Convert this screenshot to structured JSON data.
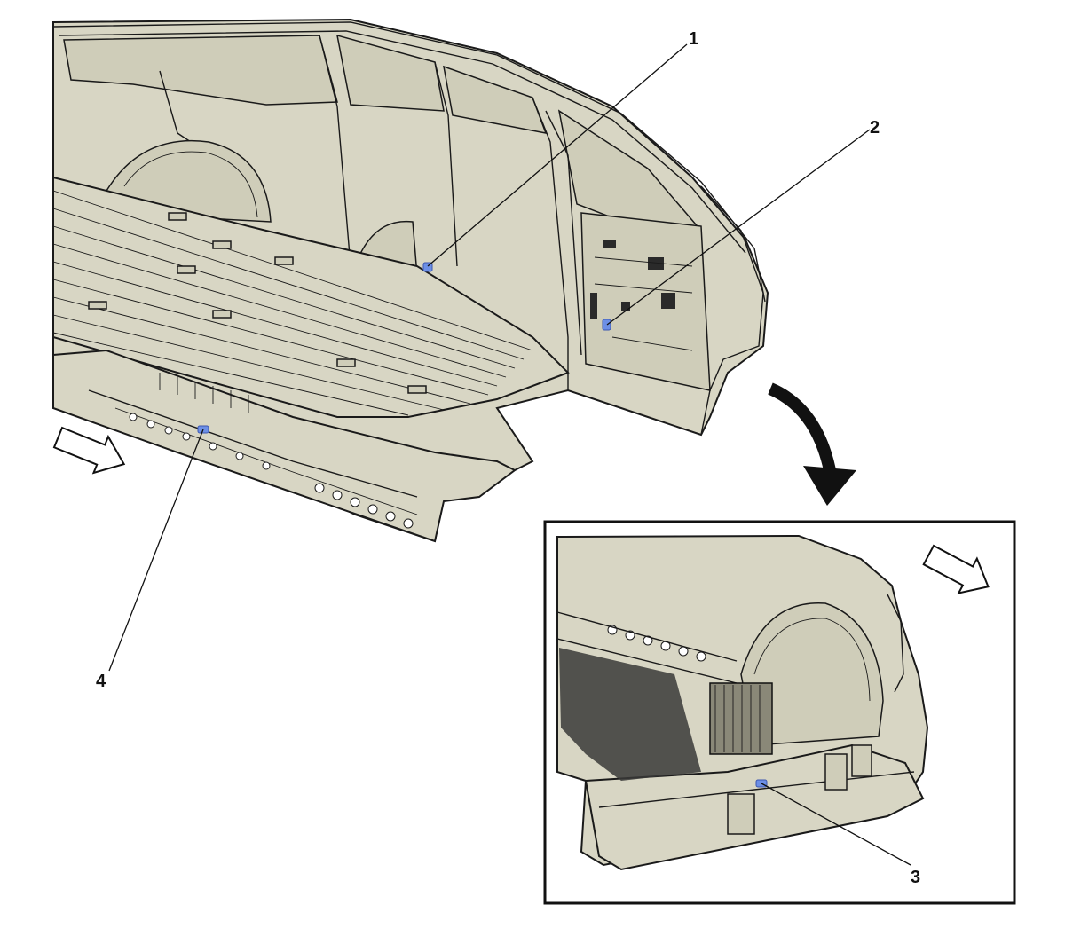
{
  "callouts": [
    {
      "id": "1",
      "label": "1"
    },
    {
      "id": "2",
      "label": "2"
    },
    {
      "id": "3",
      "label": "3"
    },
    {
      "id": "4",
      "label": "4"
    }
  ],
  "colors": {
    "body_fill": "#d8d6c4",
    "line": "#1a1a1a",
    "highlight": "#6c8fe6",
    "inset_border": "#111111",
    "arrow_fill": "#111111"
  },
  "icons": {
    "forward_arrow_main": "direction-arrow-icon",
    "forward_arrow_inset": "direction-arrow-icon",
    "detail_arrow": "curved-arrow-icon"
  }
}
